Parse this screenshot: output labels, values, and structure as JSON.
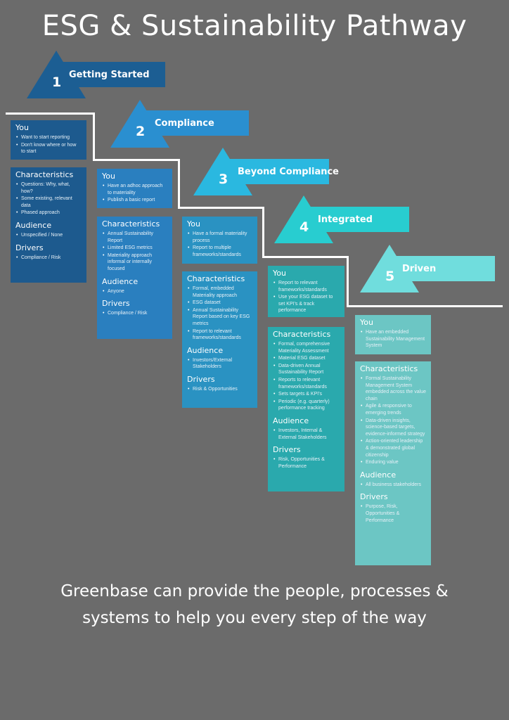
{
  "title": "ESG & Sustainability Pathway",
  "colors": {
    "background": "#6b6b6b",
    "step1": "#1c5e93",
    "step2": "#2a8fd0",
    "step3": "#2ab8e0",
    "step4": "#28cdd0",
    "step5": "#70dddd",
    "stair_line": "#ffffff"
  },
  "steps": [
    {
      "number": "1",
      "label": "Getting Started",
      "you": [
        "Want to start reporting",
        "Don't know where or how to start"
      ],
      "characteristics": [
        "Questions: Why, what, how?",
        "Some existing, relevant data",
        "Phased approach"
      ],
      "audience": [
        "Unspecified / None"
      ],
      "drivers": [
        "Compliance / Risk"
      ]
    },
    {
      "number": "2",
      "label": "Compliance",
      "you": [
        "Have an adhoc approach to materiality",
        "Publish a basic report"
      ],
      "characteristics": [
        "Annual Sustainability Report",
        "Limited ESG metrics",
        "Materiality approach informal or internally focused"
      ],
      "audience": [
        "Anyone"
      ],
      "drivers": [
        "Compliance / Risk"
      ]
    },
    {
      "number": "3",
      "label": "Beyond Compliance",
      "you": [
        "Have a formal materiality process",
        "Report to multiple frameworks/standards"
      ],
      "characteristics": [
        "Formal, embedded Materiality approach",
        "ESG dataset",
        "Annual Sustainability Report based on key ESG metrics",
        "Report to relevant frameworks/standards"
      ],
      "audience": [
        "Investors/External Stakeholders"
      ],
      "drivers": [
        "Risk & Opportunities"
      ]
    },
    {
      "number": "4",
      "label": "Integrated",
      "you": [
        "Report to relevant frameworks/standards",
        "Use your ESG dataset to set KPI's & track performance"
      ],
      "characteristics": [
        "Formal, comprehensive Materiality Assessment",
        "Material ESG dataset",
        "Data-driven Annual Sustainability Report",
        "Reports to relevant frameworks/standards",
        "Sets targets & KPI's",
        "Periodic (e.g. quarterly) performance tracking"
      ],
      "audience": [
        "Investors, Internal & External Stakeholders"
      ],
      "drivers": [
        "Risk, Opportunities & Performance"
      ]
    },
    {
      "number": "5",
      "label": "Driven",
      "you": [
        "Have an embedded Sustainability Management System"
      ],
      "characteristics": [
        "Formal Sustainability Management System embedded across the value chain",
        "Agile & responsive to emerging trends",
        "Data-driven insights, science-based targets, evidence-informed strategy",
        "Action-oriented leadership & demonstrated global citizenship",
        "Enduring value"
      ],
      "audience": [
        "All business stakeholders"
      ],
      "drivers": [
        "Purpose, Risk, Opportunities & Performance"
      ]
    }
  ],
  "headings": {
    "you": "You",
    "characteristics": "Characteristics",
    "audience": "Audience",
    "drivers": "Drivers"
  },
  "footer": "Greenbase can provide the people, processes & systems to help you every step of the way"
}
